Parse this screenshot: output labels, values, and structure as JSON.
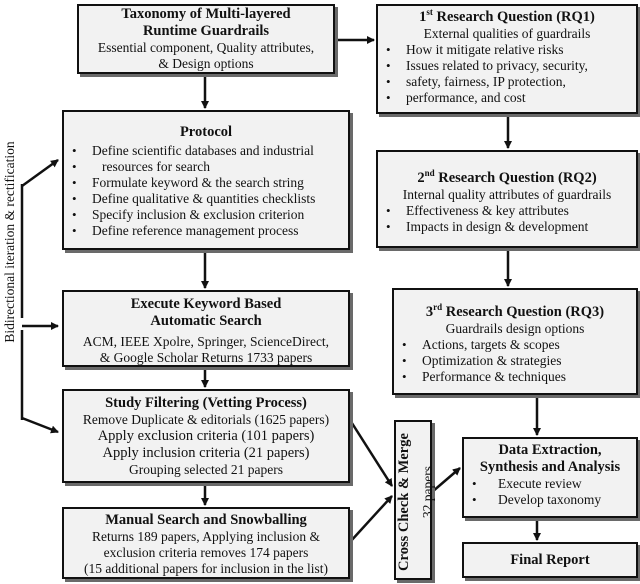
{
  "taxonomy": {
    "title_line1": "Taxonomy of Multi-layered",
    "title_line2": "Runtime Guardrails",
    "line1": "Essential component, Quality attributes,",
    "line2": "& Design options"
  },
  "protocol": {
    "title": "Protocol",
    "items": [
      "Define scientific databases and industrial",
      "resources for search",
      "Formulate keyword & the search string",
      "Define qualitative & quantities checklists",
      "Specify inclusion & exclusion criterion",
      "Define reference management process"
    ]
  },
  "keyword_search": {
    "title_line1": "Execute Keyword Based",
    "title_line2": "Automatic Search",
    "line1": "ACM, IEEE Xpolre, Springer, ScienceDirect,",
    "line2": "& Google Scholar Returns 1733 papers"
  },
  "filtering": {
    "title": "Study Filtering (Vetting Process)",
    "lines": [
      "Remove Duplicate & editorials (1625 papers)",
      "Apply exclusion criteria  (101 papers)",
      "Apply inclusion criteria  (21 papers)",
      "Grouping selected 21 papers"
    ]
  },
  "manual_search": {
    "title": "Manual Search and Snowballing",
    "lines": [
      "Returns 189 papers, Applying inclusion &",
      "exclusion criteria removes 174 papers",
      "(15 additional papers for inclusion in the list)"
    ]
  },
  "rq1": {
    "ordinal": "1",
    "ordinal_suffix": "st",
    "title": " Research Question (RQ1)",
    "subtitle": "External qualities of guardrails",
    "items": [
      "How it mitigate relative risks",
      "Issues related to privacy, security,",
      "safety, fairness, IP protection,",
      "performance, and cost"
    ]
  },
  "rq2": {
    "ordinal": "2",
    "ordinal_suffix": "nd",
    "title": " Research Question (RQ2)",
    "subtitle": "Internal quality attributes of guardrails",
    "items": [
      "Effectiveness & key attributes",
      "Impacts in design & development"
    ]
  },
  "rq3": {
    "ordinal": "3",
    "ordinal_suffix": "rd",
    "title": " Research Question (RQ3)",
    "subtitle": "Guardrails design options",
    "items": [
      "Actions, targets & scopes",
      "Optimization &  strategies",
      "Performance & techniques"
    ]
  },
  "data_extraction": {
    "title_line1": "Data Extraction,",
    "title_line2": "Synthesis and Analysis",
    "items": [
      "Execute review",
      "Develop taxonomy"
    ]
  },
  "final_report": {
    "title": "Final Report"
  },
  "cross_check": {
    "title": "Cross Check & Merge",
    "subtitle": "32 papers"
  },
  "side_label": "Bidirectional iteration & rectification"
}
